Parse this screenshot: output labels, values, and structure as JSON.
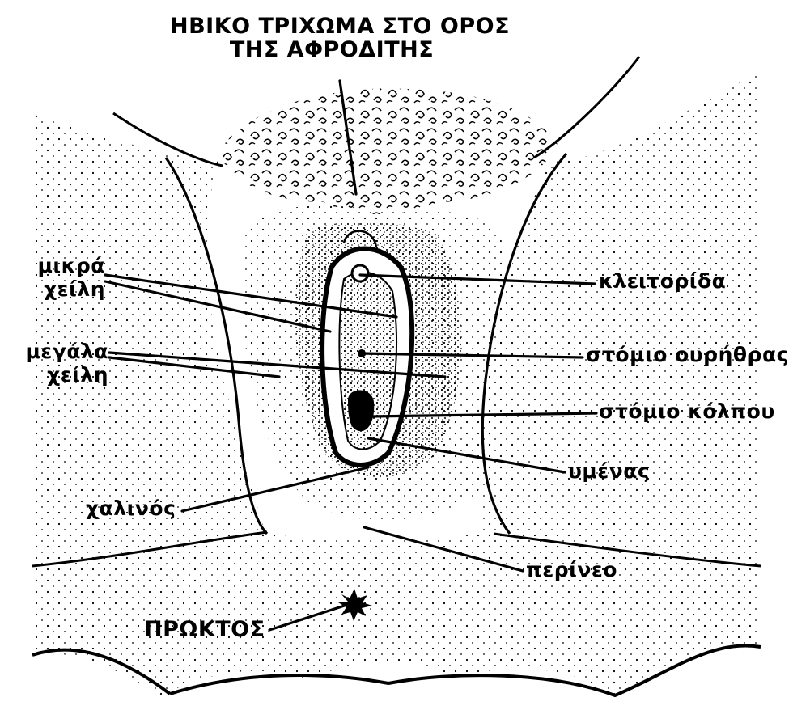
{
  "diagram": {
    "colors": {
      "ink": "#000000",
      "background": "#ffffff"
    },
    "labels": {
      "top_title": [
        "ΗΒΙΚΟ ΤΡΙΧΩΜΑ ΣΤΟ ΟΡΟΣ",
        "ΤΗΣ ΑΦΡΟΔΙΤΗΣ"
      ],
      "labia_minora": [
        "μικρά",
        "χείλη"
      ],
      "labia_majora": [
        "μεγάλα",
        "χείλη"
      ],
      "clitoris": "κλειτορίδα",
      "urethral_opening": "στόμιο ουρήθρας",
      "vaginal_opening": "στόμιο κόλπου",
      "hymen": "υμένας",
      "frenulum": "χαλινός",
      "perineum": "περίνεο",
      "anus": "ΠΡΩΚΤΟΣ"
    }
  }
}
